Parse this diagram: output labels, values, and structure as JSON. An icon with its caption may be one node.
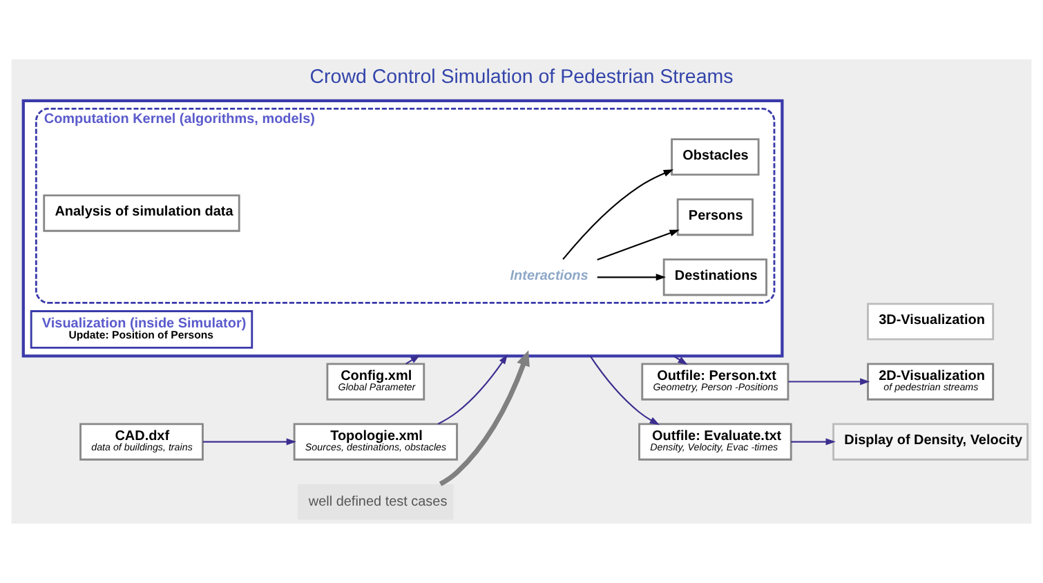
{
  "diagram": {
    "title": "Crowd Control Simulation of Pedestrian Streams",
    "nodes": [
      {
        "text": [],
        "shape": "box"
      },
      {
        "text": [
          "Computation Kernel (algorithms, models)"
        ],
        "in": 0
      },
      {
        "text": [
          "Destinations"
        ],
        "in": 1
      },
      {
        "text": [
          "Persons"
        ],
        "in": 1
      },
      {
        "text": [
          "Obstacles"
        ],
        "in": 1
      },
      {
        "text": [
          "Interactions"
        ],
        "in": 1
      },
      {
        "text": [
          "Analysis of simulation data"
        ],
        "in": 1
      },
      {
        "text": [
          "Visualization (inside Simulator)",
          "Update: Position of Persons"
        ],
        "in": 0
      },
      {
        "text": [
          "Config.xml",
          "Global Parameter"
        ]
      },
      {
        "text": [
          "Topologie.xml",
          "Sources, destinations, obstacles"
        ]
      },
      {
        "text": [
          "CAD.dxf",
          "data of buildings, trains"
        ]
      },
      {
        "text": [
          "3D-Visualization"
        ]
      },
      {
        "text": [
          "2D-Visualization",
          "of pedestrian streams"
        ]
      },
      {
        "text": [
          "Outfile: Person.txt",
          "Geometry, Person -Positions"
        ]
      },
      {
        "text": [
          "Outfile: Evaluate.txt",
          "Density, Velocity, Evac -times"
        ]
      },
      {
        "text": [
          "Display of Density, Velocity"
        ]
      },
      {
        "text": [
          "well defined test cases"
        ]
      }
    ],
    "edges": [
      {
        "from": 8,
        "to": 0,
        "arrow": "to"
      },
      {
        "from": 9,
        "to": 0,
        "arrow": "to"
      },
      {
        "from": 10,
        "to": 9,
        "arrow": "to"
      },
      {
        "from": 5,
        "to": 2,
        "arrow": "to",
        "color": "#000000"
      },
      {
        "from": 5,
        "to": 3,
        "arrow": "to",
        "color": "#000000"
      },
      {
        "from": 5,
        "to": 4,
        "arrow": "to",
        "color": "#000000"
      },
      {
        "from": 0,
        "to": 13,
        "arrow": "to"
      },
      {
        "from": 0,
        "to": 14,
        "arrow": "to"
      },
      {
        "from": 13,
        "to": 12,
        "arrow": "to"
      },
      {
        "from": 14,
        "to": 15,
        "arrow": "to"
      },
      {
        "from": 16,
        "to": 0,
        "arrow": "to",
        "style": "thick",
        "color": "#808080"
      }
    ]
  }
}
